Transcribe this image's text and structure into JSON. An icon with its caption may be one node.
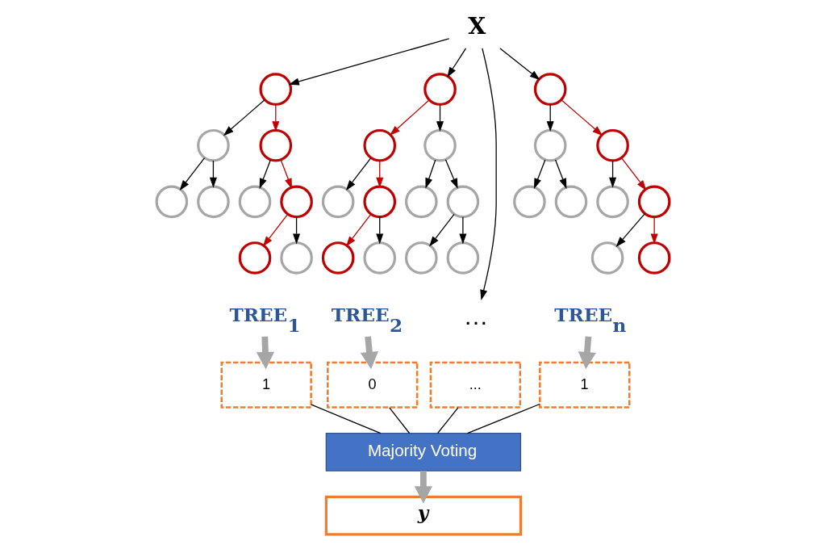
{
  "diagram": {
    "nodes": [
      {
        "text": [
          "X"
        ]
      },
      {
        "text": [],
        "shape": "circle"
      },
      {
        "text": [],
        "shape": "circle"
      },
      {
        "text": [],
        "shape": "circle"
      },
      {
        "text": [],
        "shape": "circle"
      },
      {
        "text": [],
        "shape": "circle"
      },
      {
        "text": [],
        "shape": "circle"
      },
      {
        "text": [],
        "shape": "circle"
      },
      {
        "text": [],
        "shape": "circle"
      },
      {
        "text": [],
        "shape": "circle"
      },
      {
        "text": [],
        "shape": "circle"
      },
      {
        "text": [],
        "shape": "circle"
      },
      {
        "text": [],
        "shape": "circle"
      },
      {
        "text": [],
        "shape": "circle"
      },
      {
        "text": [],
        "shape": "circle"
      },
      {
        "text": [],
        "shape": "circle"
      },
      {
        "text": [],
        "shape": "circle"
      },
      {
        "text": [],
        "shape": "circle"
      },
      {
        "text": [],
        "shape": "circle"
      },
      {
        "text": [],
        "shape": "circle"
      },
      {
        "text": [],
        "shape": "circle"
      },
      {
        "text": [
          "…"
        ]
      },
      {
        "text": [],
        "shape": "circle"
      },
      {
        "text": [],
        "shape": "circle"
      },
      {
        "text": [],
        "shape": "circle"
      },
      {
        "text": [],
        "shape": "circle"
      },
      {
        "text": [],
        "shape": "circle"
      },
      {
        "text": [],
        "shape": "circle"
      },
      {
        "text": [],
        "shape": "circle"
      },
      {
        "text": [],
        "shape": "circle"
      },
      {
        "text": [],
        "shape": "circle"
      },
      {
        "text": [
          "TREE$_{1}$"
        ]
      },
      {
        "text": [
          "TREE$_{2}$"
        ]
      },
      {
        "text": [
          "TREE$_{n}$"
        ]
      },
      {
        "text": [
          "1"
        ]
      },
      {
        "text": [
          "0"
        ]
      },
      {
        "text": [
          "..."
        ]
      },
      {
        "text": [
          "1"
        ]
      },
      {
        "text": [
          "Majority Voting"
        ]
      },
      {
        "text": [
          "y"
        ]
      }
    ],
    "edges": [
      {
        "from": 0,
        "to": 1,
        "arrow": "to"
      },
      {
        "from": 0,
        "to": 10,
        "arrow": "to"
      },
      {
        "from": 0,
        "to": 21,
        "arrow": "to"
      },
      {
        "from": 0,
        "to": 22,
        "arrow": "to"
      },
      {
        "from": 1,
        "to": 2,
        "arrow": "to"
      },
      {
        "from": 1,
        "to": 3,
        "arrow": "to",
        "color": "#c00000"
      },
      {
        "from": 2,
        "to": 4,
        "arrow": "to"
      },
      {
        "from": 2,
        "to": 5,
        "arrow": "to"
      },
      {
        "from": 3,
        "to": 6,
        "arrow": "to"
      },
      {
        "from": 3,
        "to": 7,
        "arrow": "to",
        "color": "#c00000"
      },
      {
        "from": 7,
        "to": 8,
        "arrow": "to",
        "color": "#c00000"
      },
      {
        "from": 7,
        "to": 9,
        "arrow": "to"
      },
      {
        "from": 10,
        "to": 11,
        "arrow": "to",
        "color": "#c00000"
      },
      {
        "from": 10,
        "to": 12,
        "arrow": "to"
      },
      {
        "from": 11,
        "to": 13,
        "arrow": "to"
      },
      {
        "from": 11,
        "to": 14,
        "arrow": "to",
        "color": "#c00000"
      },
      {
        "from": 12,
        "to": 15,
        "arrow": "to"
      },
      {
        "from": 12,
        "to": 16,
        "arrow": "to"
      },
      {
        "from": 14,
        "to": 17,
        "arrow": "to",
        "color": "#c00000"
      },
      {
        "from": 14,
        "to": 18,
        "arrow": "to"
      },
      {
        "from": 16,
        "to": 19,
        "arrow": "to"
      },
      {
        "from": 16,
        "to": 20,
        "arrow": "to"
      },
      {
        "from": 22,
        "to": 23,
        "arrow": "to"
      },
      {
        "from": 22,
        "to": 24,
        "arrow": "to",
        "color": "#c00000"
      },
      {
        "from": 23,
        "to": 25,
        "arrow": "to"
      },
      {
        "from": 23,
        "to": 26,
        "arrow": "to"
      },
      {
        "from": 24,
        "to": 27,
        "arrow": "to"
      },
      {
        "from": 24,
        "to": 28,
        "arrow": "to",
        "color": "#c00000"
      },
      {
        "from": 28,
        "to": 29,
        "arrow": "to"
      },
      {
        "from": 28,
        "to": 30,
        "arrow": "to",
        "color": "#c00000"
      },
      {
        "from": 31,
        "to": 34,
        "arrow": "to",
        "style": "thick",
        "color": "#a6a6a6"
      },
      {
        "from": 32,
        "to": 35,
        "arrow": "to",
        "style": "thick",
        "color": "#a6a6a6"
      },
      {
        "from": 33,
        "to": 37,
        "arrow": "to",
        "style": "thick",
        "color": "#a6a6a6"
      },
      {
        "from": 34,
        "to": 38,
        "arrow": "none"
      },
      {
        "from": 35,
        "to": 38,
        "arrow": "none"
      },
      {
        "from": 36,
        "to": 38,
        "arrow": "none"
      },
      {
        "from": 37,
        "to": 38,
        "arrow": "none"
      },
      {
        "from": 38,
        "to": 39,
        "arrow": "to",
        "style": "thick",
        "color": "#a6a6a6"
      }
    ]
  }
}
